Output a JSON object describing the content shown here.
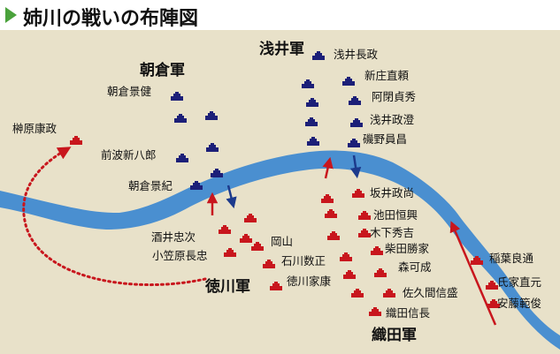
{
  "title": "姉川の戦いの布陣図",
  "colors": {
    "land": "#e8e1c9",
    "river": "#4a8fd0",
    "asakura_azai": "#1c1f78",
    "oda_tokugawa": "#c8161d",
    "title_marker": "#4aa23b",
    "arrow_red": "#c8161d",
    "arrow_blue": "#1c3a8c"
  },
  "armies": {
    "azai": "浅井軍",
    "asakura": "朝倉軍",
    "tokugawa": "徳川軍",
    "oda": "織田軍"
  },
  "commanders": {
    "azai_nagamasa": "浅井長政",
    "shinjo_naoyori": "新庄直頼",
    "ato_sadahide": "阿閉貞秀",
    "azai_masazumi": "浅井政澄",
    "isono_kazumasa": "磯野員昌",
    "asakura_kageake": "朝倉景健",
    "maeba_shinpachiro": "前波新八郎",
    "asakura_kagenori": "朝倉景紀",
    "sakakibara_yasumasa": "榊原康政",
    "sakai_tadatsugu": "酒井忠次",
    "ogasawara_nagatada": "小笠原長忠",
    "okayama": "岡山",
    "ishikawa_kazumasa": "石川数正",
    "tokugawa_ieyasu": "徳川家康",
    "sakai_masahisa": "坂井政尚",
    "ikeda_tsuneoki": "池田恒興",
    "kinoshita_hideyoshi": "木下秀吉",
    "shibata_katsuie": "柴田勝家",
    "mori_yoshinari": "森可成",
    "sakuma_nobumori": "佐久間信盛",
    "oda_nobunaga": "織田信長",
    "inaba_yoshimichi": "稲葉良通",
    "ujiie_naomoto": "氏家直元",
    "ando_noritoshi": "安藤範俊"
  },
  "icons": {
    "unit_marker": "camp-flag-icon"
  }
}
